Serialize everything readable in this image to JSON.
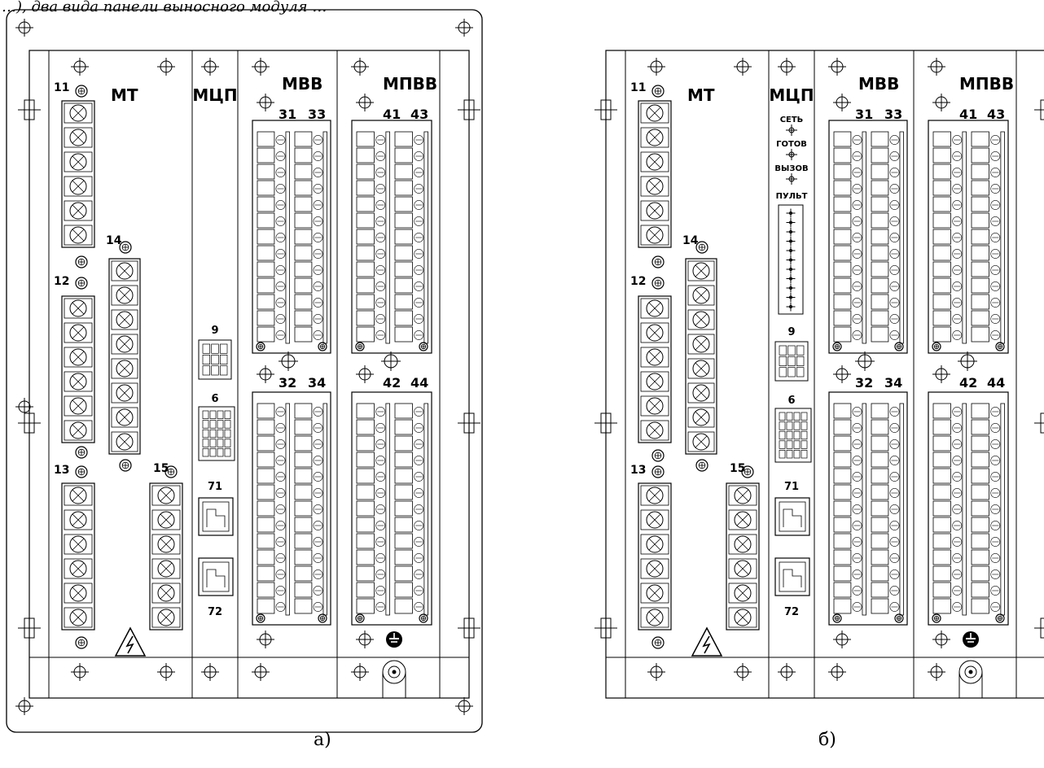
{
  "top_caption": "…), два вида панели выносного модуля …",
  "captions": [
    "а)",
    "б)"
  ],
  "module_titles": {
    "mt": "МТ",
    "mcp": "МЦП",
    "mvv": "МВВ",
    "mpvv": "МПВВ"
  },
  "connectors": {
    "x11": "11",
    "x12": "12",
    "x13": "13",
    "x14": "14",
    "x15": "15",
    "x31": "31",
    "x32": "32",
    "x33": "33",
    "x34": "34",
    "x41": "41",
    "x42": "42",
    "x43": "43",
    "x44": "44",
    "x6": "6",
    "x9": "9",
    "x71": "71",
    "x72": "72"
  },
  "indicators": [
    "СЕТЬ",
    "ГОТОВ",
    "ВЫЗОВ",
    "ПУЛЬТ"
  ],
  "colors": {
    "ink": "#000000",
    "paper": "#ffffff"
  }
}
